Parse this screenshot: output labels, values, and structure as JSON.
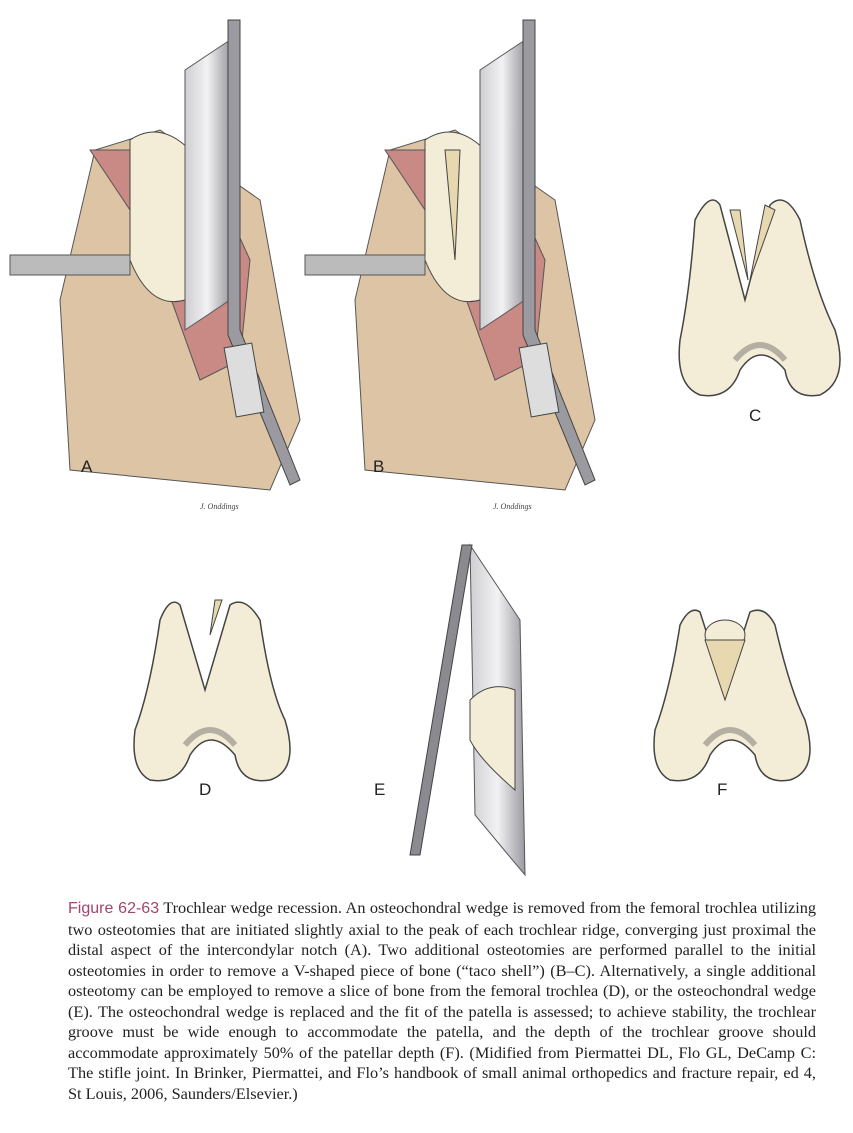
{
  "figure": {
    "panel_labels": [
      "A",
      "B",
      "C",
      "D",
      "E",
      "F"
    ],
    "signature": "J. Onddings",
    "caption": {
      "number": "Figure 62-63",
      "text": " Trochlear wedge recession. An osteochondral wedge is removed from the femoral trochlea utilizing two osteotomies that are initiated slightly axial to the peak of each trochlear ridge, converging just proximal the distal aspect of the intercondylar notch (A). Two additional osteotomies are performed parallel to the initial osteotomies in order to remove a V-shaped piece of bone (“taco shell”) (B–C). Alternatively, a single additional osteotomy can be employed to remove a slice of bone from the femoral trochlea (D), or the osteochondral wedge (E). The osteochondral wedge is replaced and the fit of the patella is assessed; to achieve stability, the trochlear groove must be wide enough to accommodate the patella, and the depth of the trochlear groove should accommodate approximately 50% of the patellar depth (F). (Midified from Piermattei DL, Flo GL, DeCamp C: The stifle joint. In Brinker, Piermattei, and Flo’s handbook of small animal orthopedics and fracture repair, ed 4, St Louis, 2006, Saunders/Elsevier.)"
    },
    "colors": {
      "accent": "#a0466e",
      "bone": "#f3ecd6",
      "muscle": "#c98a86",
      "skin": "#dcc4a4",
      "steel": "#a8a8ac"
    }
  }
}
